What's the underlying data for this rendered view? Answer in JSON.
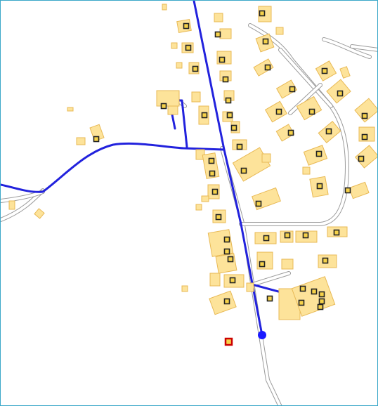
{
  "map": {
    "title_fragment": "",
    "colors": {
      "background": "#ffffff",
      "frame": "#3aa7c9",
      "road_casing": "#9a9a9a",
      "road_fill": "#ffffff",
      "route": "#2222dd",
      "building_fill": "#fde39a",
      "building_stroke": "#e8b955",
      "address_marker_fill": "#f6d24a",
      "address_marker_stroke": "#222222",
      "start_point": "#1a1aff",
      "selected_marker": "#cc0000"
    },
    "layers": [
      "roads",
      "route",
      "buildings",
      "address-points",
      "route-endpoint",
      "selected-point"
    ]
  }
}
